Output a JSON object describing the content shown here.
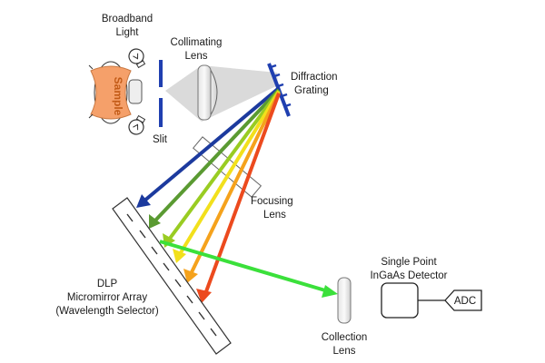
{
  "labels": {
    "source_line1": "Broadband",
    "source_line2": "Light",
    "sample": "Sample",
    "slit": "Slit",
    "collimating_line1": "Collimating",
    "collimating_line2": "Lens",
    "grating_line1": "Diffraction",
    "grating_line2": "Grating",
    "focusing_line1": "Focusing",
    "focusing_line2": "Lens",
    "dlp_line1": "DLP",
    "dlp_line2": "Micromirror Array",
    "dlp_line3": "(Wavelength Selector)",
    "collection_line1": "Collection",
    "collection_line2": "Lens",
    "detector_line1": "Single Point",
    "detector_line2": "InGaAs Detector",
    "adc": "ADC"
  },
  "colors": {
    "grating": "#1f3fb0",
    "slit": "#1f3fb0",
    "sample_fill": "#f5a06a",
    "beam_gray": "#d9d9d9",
    "rays": [
      "#1c3a9e",
      "#5a9a32",
      "#99cc22",
      "#f2e01c",
      "#f5a21c",
      "#ec4a1e"
    ],
    "selected_beam": "#3be03b"
  },
  "icons": [
    "lamp-icon",
    "lamp-icon"
  ]
}
